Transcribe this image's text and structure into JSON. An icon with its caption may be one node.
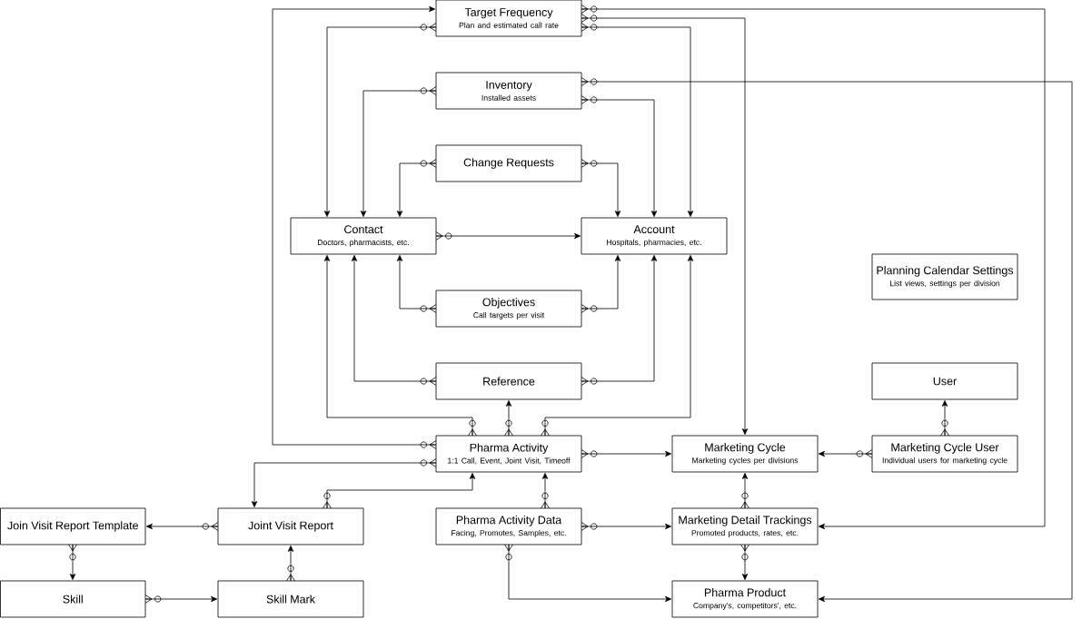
{
  "diagram": {
    "nodes": [
      {
        "text": [
          "Target Frequency",
          "Plan and estimated call rate"
        ]
      },
      {
        "text": [
          "Inventory",
          "Installed assets"
        ]
      },
      {
        "text": [
          "Change Requests"
        ]
      },
      {
        "text": [
          "Contact",
          "Doctors, pharmacists, etc."
        ]
      },
      {
        "text": [
          "Account",
          "Hospitals, pharmacies, etc."
        ]
      },
      {
        "text": [
          "Planning Calendar Settings",
          "List views, settings per division"
        ]
      },
      {
        "text": [
          "Objectives",
          "Call targets per visit"
        ]
      },
      {
        "text": [
          "Reference"
        ]
      },
      {
        "text": [
          "User"
        ]
      },
      {
        "text": [
          "Pharma Activity",
          "1:1 Call, Event, Joint Visit, Timeoff"
        ]
      },
      {
        "text": [
          "Marketing Cycle",
          "Marketing cycles per divisions"
        ]
      },
      {
        "text": [
          "Marketing Cycle User",
          "Individual users for marketing cycle"
        ]
      },
      {
        "text": [
          "Join Visit Report Template"
        ]
      },
      {
        "text": [
          "Joint Visit Report"
        ]
      },
      {
        "text": [
          "Pharma Activity Data",
          "Facing, Promotes, Samples, etc."
        ]
      },
      {
        "text": [
          "Marketing Detail Trackings",
          "Promoted products, rates, etc."
        ]
      },
      {
        "text": [
          "Skill"
        ]
      },
      {
        "text": [
          "Skill Mark"
        ]
      },
      {
        "text": [
          "Pharma Product",
          "Company's, competitors', etc."
        ]
      }
    ],
    "edges": [
      {
        "from": 9,
        "to": 0,
        "arrow": "to"
      },
      {
        "from": 0,
        "to": 3,
        "arrow": "to"
      },
      {
        "from": 0,
        "to": 15,
        "arrow": "to"
      },
      {
        "from": 0,
        "to": 10,
        "arrow": "to"
      },
      {
        "from": 0,
        "to": 4,
        "arrow": "to"
      },
      {
        "from": 1,
        "to": 3,
        "arrow": "to"
      },
      {
        "from": 1,
        "to": 18,
        "arrow": "to"
      },
      {
        "from": 1,
        "to": 4,
        "arrow": "to"
      },
      {
        "from": 2,
        "to": 3,
        "arrow": "to"
      },
      {
        "from": 2,
        "to": 4,
        "arrow": "to"
      },
      {
        "from": 3,
        "to": 4,
        "arrow": "to"
      },
      {
        "from": 6,
        "to": 3,
        "arrow": "to"
      },
      {
        "from": 6,
        "to": 4,
        "arrow": "to"
      },
      {
        "from": 7,
        "to": 3,
        "arrow": "to"
      },
      {
        "from": 7,
        "to": 4,
        "arrow": "to"
      },
      {
        "from": 9,
        "to": 3,
        "arrow": "to"
      },
      {
        "from": 9,
        "to": 7,
        "arrow": "to"
      },
      {
        "from": 9,
        "to": 4,
        "arrow": "to"
      },
      {
        "from": 9,
        "to": 10,
        "arrow": "to"
      },
      {
        "from": 11,
        "to": 10,
        "arrow": "to"
      },
      {
        "from": 11,
        "to": 8,
        "arrow": "to"
      },
      {
        "from": 9,
        "to": 13,
        "arrow": "to"
      },
      {
        "from": 13,
        "to": 9,
        "arrow": "to"
      },
      {
        "from": 14,
        "to": 9,
        "arrow": "to"
      },
      {
        "from": 13,
        "to": 12,
        "arrow": "to"
      },
      {
        "from": 12,
        "to": 16,
        "arrow": "to"
      },
      {
        "from": 17,
        "to": 13,
        "arrow": "to"
      },
      {
        "from": 16,
        "to": 17,
        "arrow": "to"
      },
      {
        "from": 14,
        "to": 15,
        "arrow": "to"
      },
      {
        "from": 15,
        "to": 10,
        "arrow": "to"
      },
      {
        "from": 15,
        "to": 18,
        "arrow": "to"
      },
      {
        "from": 14,
        "to": 18,
        "arrow": "to"
      }
    ]
  }
}
